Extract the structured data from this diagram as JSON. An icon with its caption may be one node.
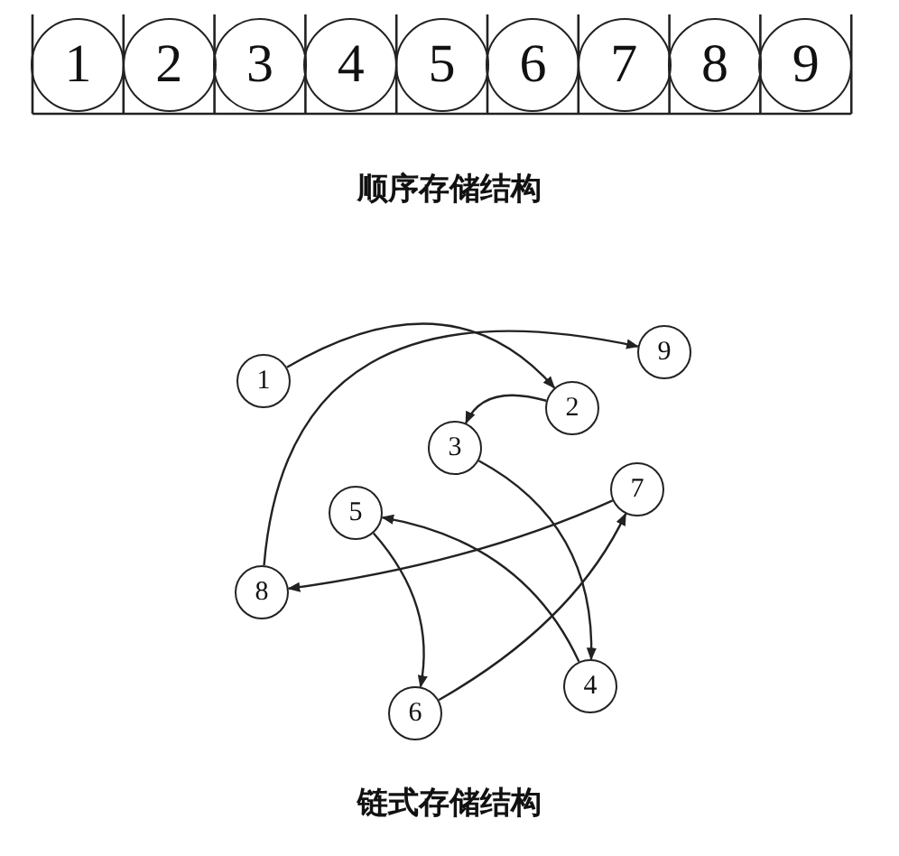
{
  "diagram": {
    "nodes": [
      {
        "text": [
          "1"
        ]
      },
      {
        "text": [
          "2"
        ]
      },
      {
        "text": [
          "3"
        ]
      },
      {
        "text": [
          "4"
        ]
      },
      {
        "text": [
          "5"
        ]
      },
      {
        "text": [
          "6"
        ]
      },
      {
        "text": [
          "7"
        ]
      },
      {
        "text": [
          "8"
        ]
      },
      {
        "text": [
          "9"
        ]
      },
      {
        "text": [
          "1"
        ]
      },
      {
        "text": [
          "9"
        ]
      },
      {
        "text": [
          "2"
        ]
      },
      {
        "text": [
          "3"
        ]
      },
      {
        "text": [
          "7"
        ]
      },
      {
        "text": [
          "5"
        ]
      },
      {
        "text": [
          "8"
        ]
      },
      {
        "text": [
          "6"
        ]
      },
      {
        "text": [
          "4"
        ]
      }
    ],
    "edges": [
      {
        "from": 9,
        "to": 11,
        "arrow": "to"
      },
      {
        "from": 11,
        "to": 12,
        "arrow": "to"
      },
      {
        "from": 12,
        "to": 17,
        "arrow": "to"
      },
      {
        "from": 17,
        "to": 14,
        "arrow": "to"
      },
      {
        "from": 14,
        "to": 16,
        "arrow": "to"
      },
      {
        "from": 16,
        "to": 13,
        "arrow": "to"
      },
      {
        "from": 13,
        "to": 15,
        "arrow": "to"
      },
      {
        "from": 15,
        "to": 10,
        "arrow": "to"
      }
    ],
    "labels": [
      "顺序存储结构",
      "链式存储结构"
    ]
  }
}
